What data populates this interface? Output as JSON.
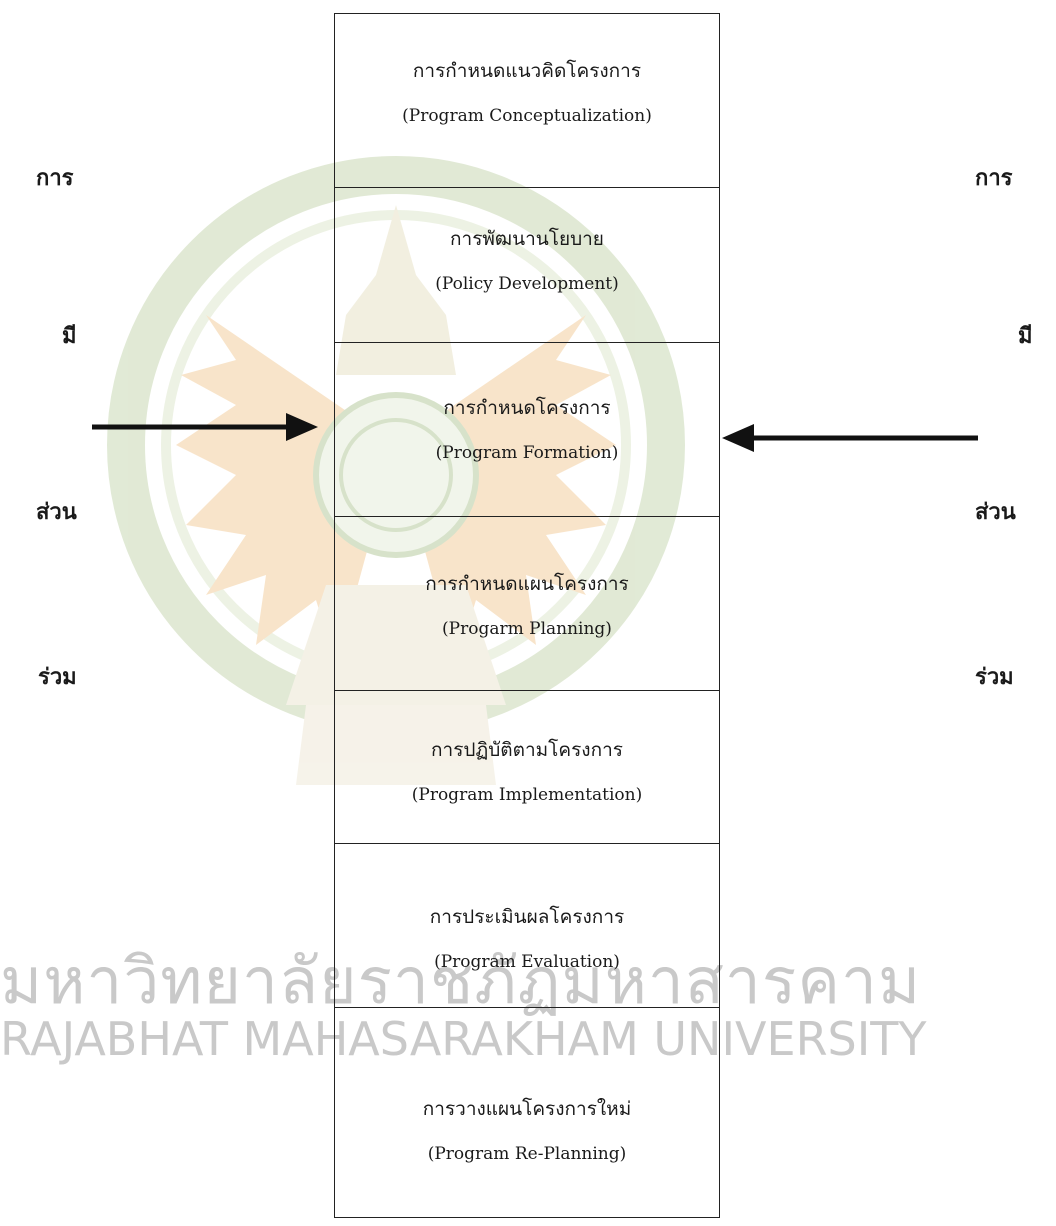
{
  "left_label": [
    "การ",
    "มี",
    "ส่วน",
    "ร่วม"
  ],
  "right_label": [
    "การ",
    "มี",
    "ส่วน",
    "ร่วม"
  ],
  "stages": [
    {
      "th": "การกำหนดแนวคิดโครงการ",
      "en": "(Program Conceptualization)"
    },
    {
      "th": "การพัฒนานโยบาย",
      "en": "(Policy Development)"
    },
    {
      "th": "การกำหนดโครงการ",
      "en": "(Program Formation)"
    },
    {
      "th": "การกำหนดแผนโครงการ",
      "en": "(Progarm Planning)"
    },
    {
      "th": "การปฏิบัติตามโครงการ",
      "en": "(Program Implementation)"
    },
    {
      "th": "การประเมินผลโครงการ",
      "en": "(Program Evaluation)"
    },
    {
      "th": "การวางแผนโครงการใหม่",
      "en": "(Program Re-Planning)"
    }
  ],
  "watermark": {
    "thai": "มหาวิทยาลัยราชภัฏมหาสารคาม",
    "english": "RAJABHAT MAHASARAKHAM UNIVERSITY"
  },
  "colors": {
    "seal_green": "#c9d8b4",
    "seal_orange": "#f3d3a8",
    "line": "#222222"
  }
}
